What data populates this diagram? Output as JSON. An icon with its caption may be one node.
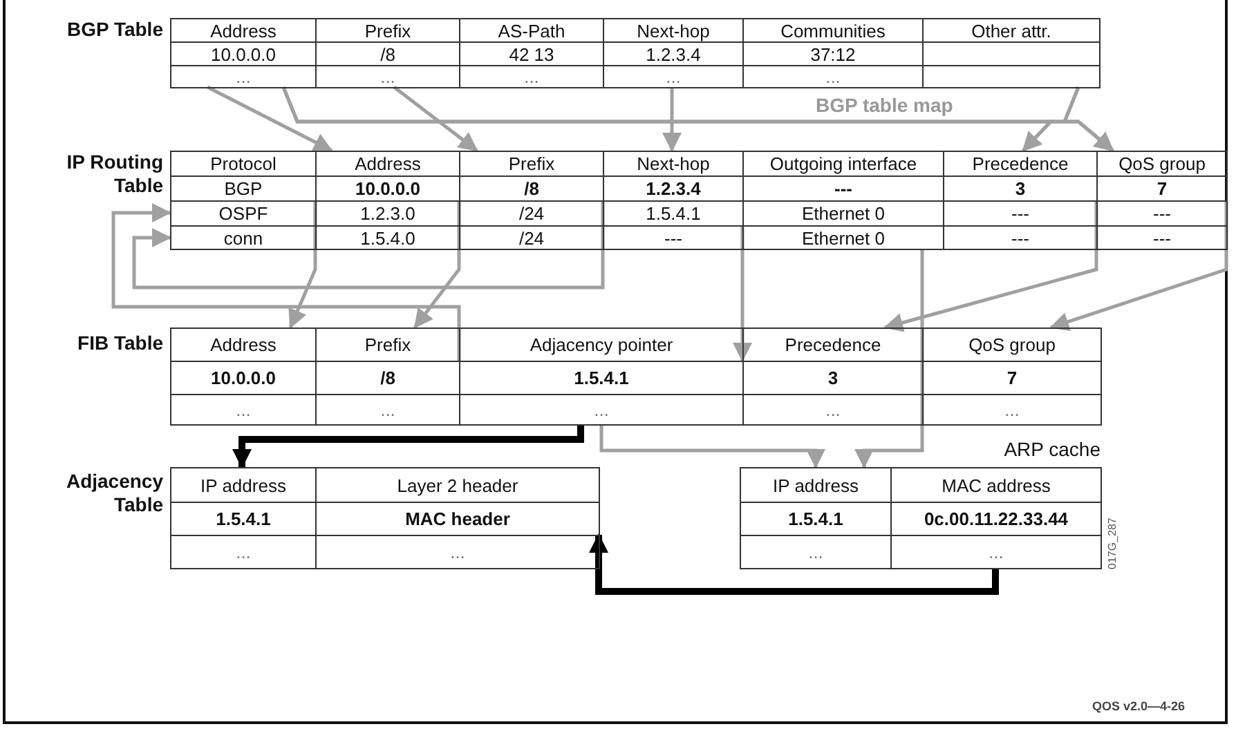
{
  "diagram": {
    "nodes": [
      {
        "text": [
          "BGP Table"
        ]
      },
      {
        "text": [
          "Address"
        ],
        "in": 0
      },
      {
        "text": [
          "Prefix"
        ],
        "in": 0
      },
      {
        "text": [
          "AS-Path"
        ],
        "in": 0
      },
      {
        "text": [
          "Next-hop"
        ],
        "in": 0
      },
      {
        "text": [
          "Communities"
        ],
        "in": 0
      },
      {
        "text": [
          "Other attr."
        ],
        "in": 0
      },
      {
        "text": [
          "10.0.0.0"
        ],
        "in": 0
      },
      {
        "text": [
          "/8"
        ],
        "in": 0
      },
      {
        "text": [
          "42 13"
        ],
        "in": 0
      },
      {
        "text": [
          "1.2.3.4"
        ],
        "in": 0
      },
      {
        "text": [
          "37:12"
        ],
        "in": 0
      },
      {
        "text": [],
        "shape": "box",
        "in": 0
      },
      {
        "text": [
          "..."
        ],
        "in": 0
      },
      {
        "text": [
          "..."
        ],
        "in": 0
      },
      {
        "text": [
          "..."
        ],
        "in": 0
      },
      {
        "text": [
          "..."
        ],
        "in": 0
      },
      {
        "text": [
          "..."
        ],
        "in": 0
      },
      {
        "text": [],
        "shape": "box",
        "in": 0
      },
      {
        "text": [
          "IP Routing Table"
        ]
      },
      {
        "text": [
          "Protocol"
        ],
        "in": 19
      },
      {
        "text": [
          "Address"
        ],
        "in": 19
      },
      {
        "text": [
          "Prefix"
        ],
        "in": 19
      },
      {
        "text": [
          "Next-hop"
        ],
        "in": 19
      },
      {
        "text": [
          "Outgoing interface"
        ],
        "in": 19
      },
      {
        "text": [
          "Precedence"
        ],
        "in": 19
      },
      {
        "text": [
          "QoS group"
        ],
        "in": 19
      },
      {
        "text": [
          "BGP"
        ],
        "in": 19
      },
      {
        "text": [
          "10.0.0.0"
        ],
        "in": 19
      },
      {
        "text": [
          "/8"
        ],
        "in": 19
      },
      {
        "text": [
          "1.2.3.4"
        ],
        "in": 19
      },
      {
        "text": [
          "---"
        ],
        "in": 19
      },
      {
        "text": [
          "3"
        ],
        "in": 19
      },
      {
        "text": [
          "7"
        ],
        "in": 19
      },
      {
        "text": [
          "OSPF"
        ],
        "in": 19
      },
      {
        "text": [
          "1.2.3.0"
        ],
        "in": 19
      },
      {
        "text": [
          "/24"
        ],
        "in": 19
      },
      {
        "text": [
          "1.5.4.1"
        ],
        "in": 19
      },
      {
        "text": [
          "Ethernet 0"
        ],
        "in": 19
      },
      {
        "text": [
          "---"
        ],
        "in": 19
      },
      {
        "text": [
          "---"
        ],
        "in": 19
      },
      {
        "text": [
          "conn"
        ],
        "in": 19
      },
      {
        "text": [
          "1.5.4.0"
        ],
        "in": 19
      },
      {
        "text": [
          "/24"
        ],
        "in": 19
      },
      {
        "text": [
          "---"
        ],
        "in": 19
      },
      {
        "text": [
          "Ethernet 0"
        ],
        "in": 19
      },
      {
        "text": [
          "---"
        ],
        "in": 19
      },
      {
        "text": [
          "---"
        ],
        "in": 19
      },
      {
        "text": [
          "FIB Table"
        ]
      },
      {
        "text": [
          "Address"
        ],
        "in": 48
      },
      {
        "text": [
          "Prefix"
        ],
        "in": 48
      },
      {
        "text": [
          "Adjacency pointer"
        ],
        "in": 48
      },
      {
        "text": [
          "Precedence"
        ],
        "in": 48
      },
      {
        "text": [
          "QoS group"
        ],
        "in": 48
      },
      {
        "text": [
          "10.0.0.0"
        ],
        "in": 48
      },
      {
        "text": [
          "/8"
        ],
        "in": 48
      },
      {
        "text": [
          "1.5.4.1"
        ],
        "in": 48
      },
      {
        "text": [
          "3"
        ],
        "in": 48
      },
      {
        "text": [
          "7"
        ],
        "in": 48
      },
      {
        "text": [
          "..."
        ],
        "in": 48
      },
      {
        "text": [
          "..."
        ],
        "in": 48
      },
      {
        "text": [
          "..."
        ],
        "in": 48
      },
      {
        "text": [
          "..."
        ],
        "in": 48
      },
      {
        "text": [
          "..."
        ],
        "in": 48
      },
      {
        "text": [
          "Adjacency Table"
        ]
      },
      {
        "text": [
          "IP address"
        ],
        "in": 64
      },
      {
        "text": [
          "Layer 2 header"
        ],
        "in": 64
      },
      {
        "text": [
          "1.5.4.1"
        ],
        "in": 64
      },
      {
        "text": [
          "MAC header"
        ],
        "in": 64
      },
      {
        "text": [
          "..."
        ],
        "in": 64
      },
      {
        "text": [
          "..."
        ],
        "in": 64
      },
      {
        "text": [
          "ARP cache"
        ]
      },
      {
        "text": [
          "IP address"
        ],
        "in": 71
      },
      {
        "text": [
          "MAC address"
        ],
        "in": 71
      },
      {
        "text": [
          "1.5.4.1"
        ],
        "in": 71
      },
      {
        "text": [
          "0c.00.11.22.33.44"
        ],
        "in": 71
      },
      {
        "text": [
          "..."
        ],
        "in": 71
      },
      {
        "text": [
          "..."
        ],
        "in": 71
      }
    ],
    "edges": [
      {
        "from": 13,
        "to": 21,
        "arrow": "to"
      },
      {
        "from": 14,
        "to": 22,
        "arrow": "to"
      },
      {
        "from": 16,
        "to": 23,
        "arrow": "to"
      },
      {
        "from": 13,
        "to": 25,
        "arrow": "to",
        "label": "BGP table map"
      },
      {
        "from": 13,
        "to": 26,
        "arrow": "to"
      },
      {
        "from": 18,
        "to": 25,
        "arrow": "to"
      },
      {
        "from": 18,
        "to": 26,
        "arrow": "to"
      },
      {
        "from": 28,
        "to": 49,
        "arrow": "to"
      },
      {
        "from": 29,
        "to": 50,
        "arrow": "to"
      },
      {
        "from": 32,
        "to": 52,
        "arrow": "to"
      },
      {
        "from": 33,
        "to": 53,
        "arrow": "to"
      },
      {
        "from": 30,
        "to": 41,
        "arrow": "to"
      },
      {
        "from": 37,
        "to": 56,
        "arrow": "to"
      },
      {
        "from": 56,
        "to": 34,
        "arrow": "to"
      },
      {
        "from": 45,
        "to": 72,
        "arrow": "to"
      },
      {
        "from": 61,
        "to": 65,
        "arrow": "to",
        "style": "thick",
        "color": "#000000"
      },
      {
        "from": 61,
        "to": 72,
        "arrow": "to"
      },
      {
        "from": 77,
        "to": 68,
        "arrow": "to",
        "style": "thick",
        "color": "#000000"
      }
    ],
    "labels": [
      "017G_287",
      "QOS v2.0—4-26"
    ]
  }
}
